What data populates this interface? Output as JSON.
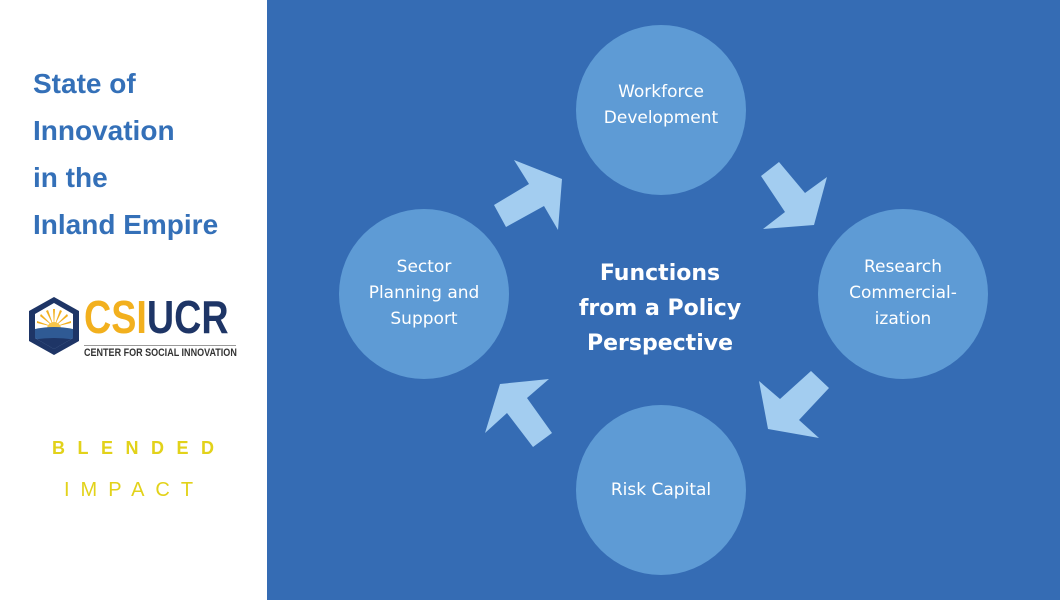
{
  "sidebar": {
    "title_lines": [
      "State of",
      "Innovation",
      "in the",
      "Inland Empire"
    ],
    "logo": {
      "icon": "sunrise-hexagon-icon",
      "word_part1": "CSI",
      "word_part2": "UCR",
      "subtitle": "CENTER FOR SOCIAL INNOVATION"
    },
    "partner": {
      "line1": "BLENDED",
      "line2": "IMPACT"
    }
  },
  "diagram": {
    "center_title_lines": [
      "Functions",
      "from a Policy",
      "Perspective"
    ],
    "nodes": [
      {
        "id": "workforce-development",
        "lines": [
          "Workforce",
          "Development"
        ]
      },
      {
        "id": "research-commercialization",
        "lines": [
          "Research",
          "Commercial-",
          "ization"
        ]
      },
      {
        "id": "risk-capital",
        "lines": [
          "Risk Capital"
        ]
      },
      {
        "id": "sector-planning-and-support",
        "lines": [
          "Sector",
          "Planning and",
          "Support"
        ]
      }
    ],
    "flow": [
      {
        "from": "sector-planning-and-support",
        "to": "workforce-development"
      },
      {
        "from": "workforce-development",
        "to": "research-commercialization"
      },
      {
        "from": "research-commercialization",
        "to": "risk-capital"
      },
      {
        "from": "risk-capital",
        "to": "sector-planning-and-support"
      }
    ],
    "colors": {
      "background": "#356CB4",
      "node_fill": "#5E9BD5",
      "arrow_fill": "#A3CDF0",
      "title_blue": "#3470B8",
      "logo_gold": "#F2B01E",
      "logo_navy": "#1E3566",
      "partner_yellow": "#E2D21A"
    }
  }
}
